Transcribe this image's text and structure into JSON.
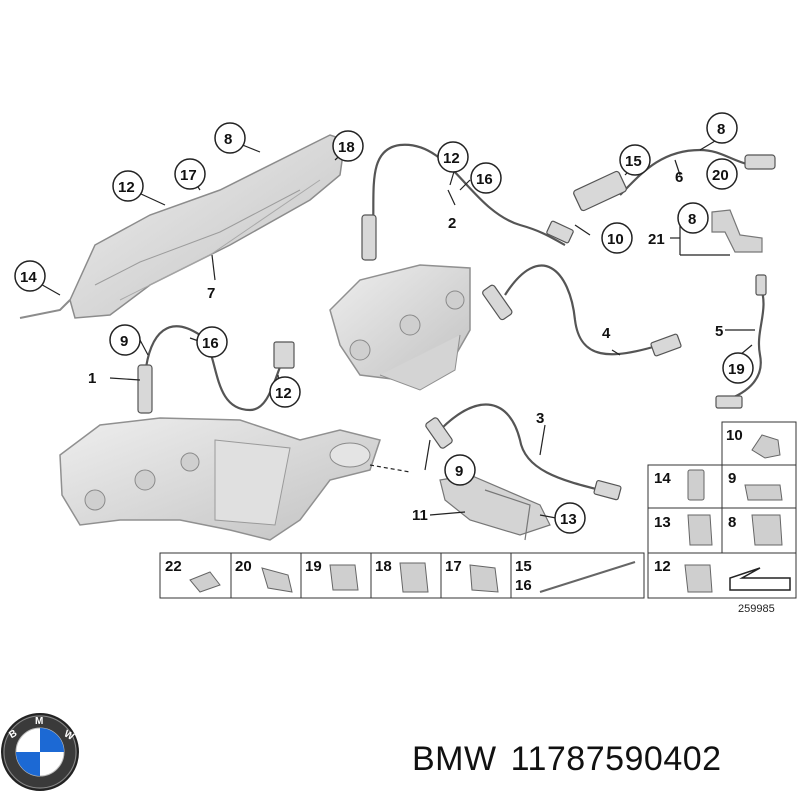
{
  "callouts": {
    "c1": "1",
    "c2": "2",
    "c3": "3",
    "c4": "4",
    "c5": "5",
    "c6": "6",
    "c7": "7",
    "c8a": "8",
    "c8b": "8",
    "c8c": "8",
    "c9a": "9",
    "c9b": "9",
    "c10": "10",
    "c11": "11",
    "c12a": "12",
    "c12b": "12",
    "c12c": "12",
    "c13": "13",
    "c14": "14",
    "c15": "15",
    "c16a": "16",
    "c16b": "16",
    "c17": "17",
    "c18": "18",
    "c19": "19",
    "c20": "20",
    "c21": "21"
  },
  "legend_bottom": [
    "22",
    "20",
    "19",
    "18",
    "17",
    "15",
    "16"
  ],
  "legend_right": [
    "10",
    "14",
    "9",
    "13",
    "8",
    "12"
  ],
  "diagram_number": "259985",
  "brand": "BMW",
  "part_number": "11787590402",
  "colors": {
    "part_fill": "#d9d9d9",
    "part_stroke": "#9a9a9a",
    "line": "#222222",
    "bmw_blue": "#1c69d4"
  }
}
